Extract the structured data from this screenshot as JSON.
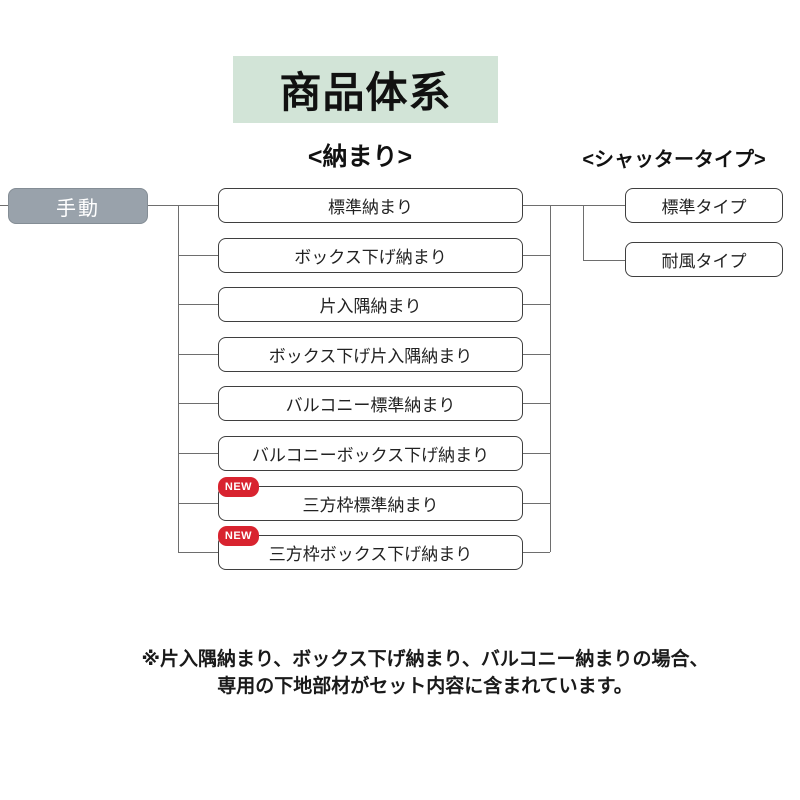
{
  "title": "商品体系",
  "headers": {
    "naramari": "<納まり>",
    "shutter_type": "<シャッタータイプ>"
  },
  "root": {
    "label": "手動"
  },
  "new_badge_label": "NEW",
  "naramari_items": [
    {
      "label": "標準納まり",
      "new": false
    },
    {
      "label": "ボックス下げ納まり",
      "new": false
    },
    {
      "label": "片入隅納まり",
      "new": false
    },
    {
      "label": "ボックス下げ片入隅納まり",
      "new": false
    },
    {
      "label": "バルコニー標準納まり",
      "new": false
    },
    {
      "label": "バルコニーボックス下げ納まり",
      "new": false
    },
    {
      "label": "三方枠標準納まり",
      "new": true
    },
    {
      "label": "三方枠ボックス下げ納まり",
      "new": true
    }
  ],
  "shutter_types": [
    {
      "label": "標準タイプ"
    },
    {
      "label": "耐風タイプ"
    }
  ],
  "footnote": {
    "line1": "※片入隅納まり、ボックス下げ納まり、バルコニー納まりの場合、",
    "line2": "専用の下地部材がセット内容に含まれています。"
  },
  "colors": {
    "title_bg": "#d2e4d7",
    "root_bg": "#99a2ab",
    "badge_bg": "#d8232f",
    "line": "#6e6e6e",
    "box_border": "#3f3f3f"
  }
}
